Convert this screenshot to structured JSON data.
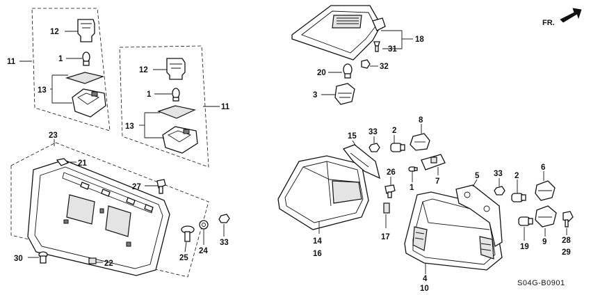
{
  "diagram": {
    "code": "S04G-B0901",
    "direction_label": "FR.",
    "callouts": [
      "1",
      "2",
      "3",
      "4",
      "5",
      "6",
      "7",
      "8",
      "9",
      "10",
      "11",
      "12",
      "13",
      "14",
      "15",
      "16",
      "17",
      "18",
      "19",
      "20",
      "21",
      "22",
      "23",
      "24",
      "25",
      "26",
      "27",
      "28",
      "29",
      "30",
      "31",
      "32",
      "33"
    ]
  }
}
